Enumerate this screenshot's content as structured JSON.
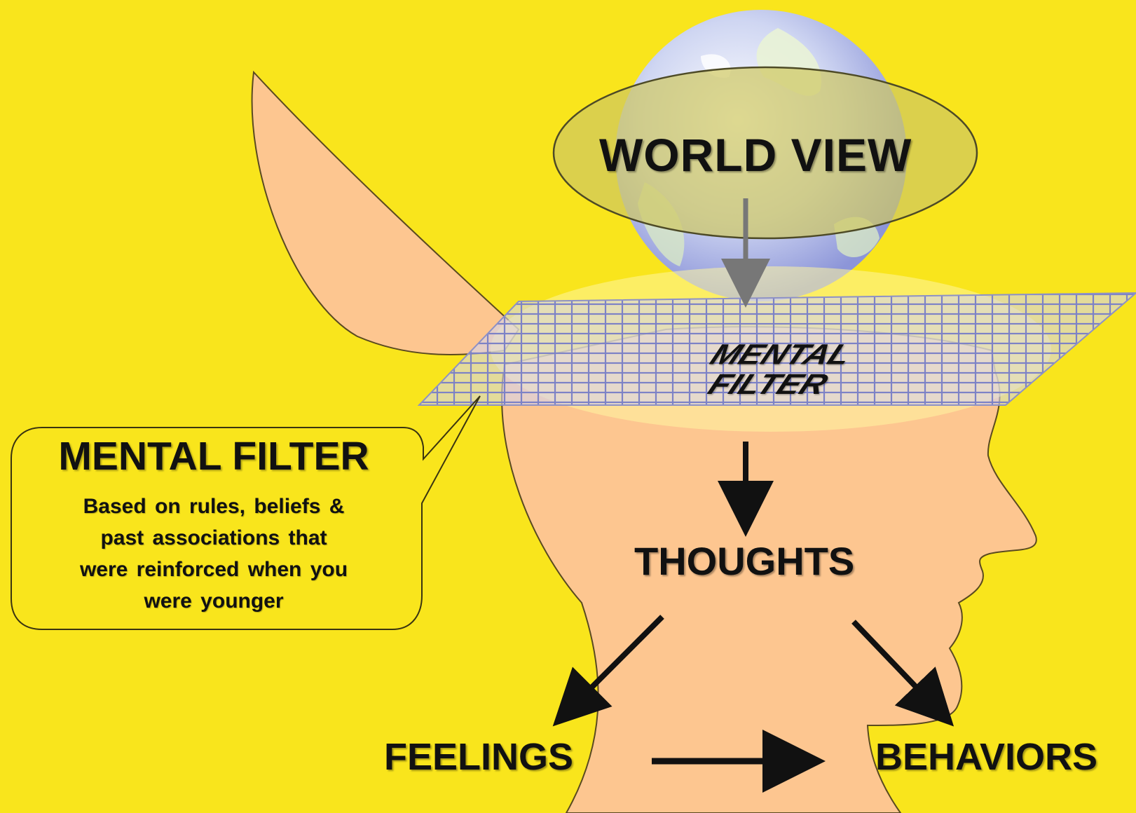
{
  "diagram": {
    "world_view": "WORLD VIEW",
    "filter_tag": {
      "line1": "MENTAL",
      "line2": "FILTER"
    },
    "callout": {
      "title": "MENTAL FILTER",
      "lines": [
        "Based on rules, beliefs &",
        "past associations that",
        "were reinforced when you",
        "were younger"
      ]
    },
    "thoughts": "THOUGHTS",
    "feelings": "FEELINGS",
    "behaviors": "BEHAVIORS",
    "colors": {
      "background": "#f9e51c",
      "skin": "#fdc690",
      "ellipse": "#d9cf6a",
      "filter_grid": "#b0b4e0"
    }
  }
}
